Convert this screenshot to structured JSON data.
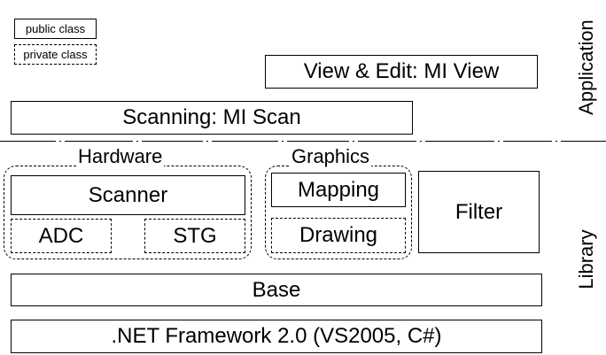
{
  "legend": {
    "public_label": "public class",
    "private_label": "private class"
  },
  "layers": {
    "application": "Application",
    "library": "Library"
  },
  "application_classes": {
    "view_edit": "View & Edit: MI View",
    "scanning": "Scanning: MI Scan"
  },
  "groups": {
    "hardware": {
      "title": "Hardware",
      "scanner": "Scanner",
      "adc": "ADC",
      "stg": "STG"
    },
    "graphics": {
      "title": "Graphics",
      "mapping": "Mapping",
      "drawing": "Drawing"
    }
  },
  "library_classes": {
    "filter": "Filter",
    "base": "Base",
    "framework": ".NET Framework 2.0 (VS2005, C#)"
  }
}
